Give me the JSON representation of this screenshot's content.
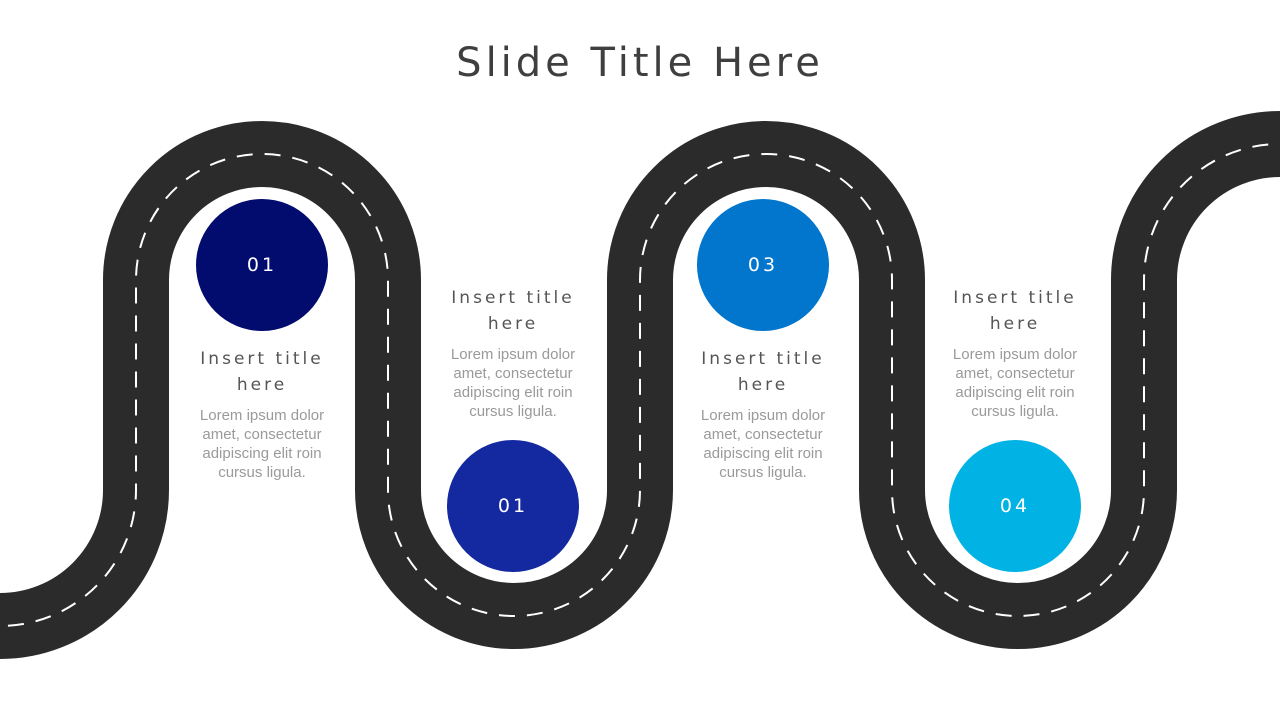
{
  "slide": {
    "title": "Slide Title Here"
  },
  "steps": [
    {
      "number": "01",
      "title": "Insert title here",
      "description": "Lorem ipsum dolor amet, consectetur adipiscing elit roin cursus ligula.",
      "color": "#020b6e"
    },
    {
      "number": "01",
      "title": "Insert title here",
      "description": "Lorem ipsum dolor amet, consectetur adipiscing elit roin cursus ligula.",
      "color": "#1428a0"
    },
    {
      "number": "03",
      "title": "Insert title here",
      "description": "Lorem ipsum dolor amet, consectetur adipiscing elit roin cursus ligula.",
      "color": "#0275cc"
    },
    {
      "number": "04",
      "title": "Insert title here",
      "description": "Lorem ipsum dolor amet, consectetur adipiscing elit roin cursus ligula.",
      "color": "#01b3e4"
    }
  ],
  "road": {
    "asphalt_color": "#2b2b2b",
    "lane_marking_color": "#ffffff"
  }
}
